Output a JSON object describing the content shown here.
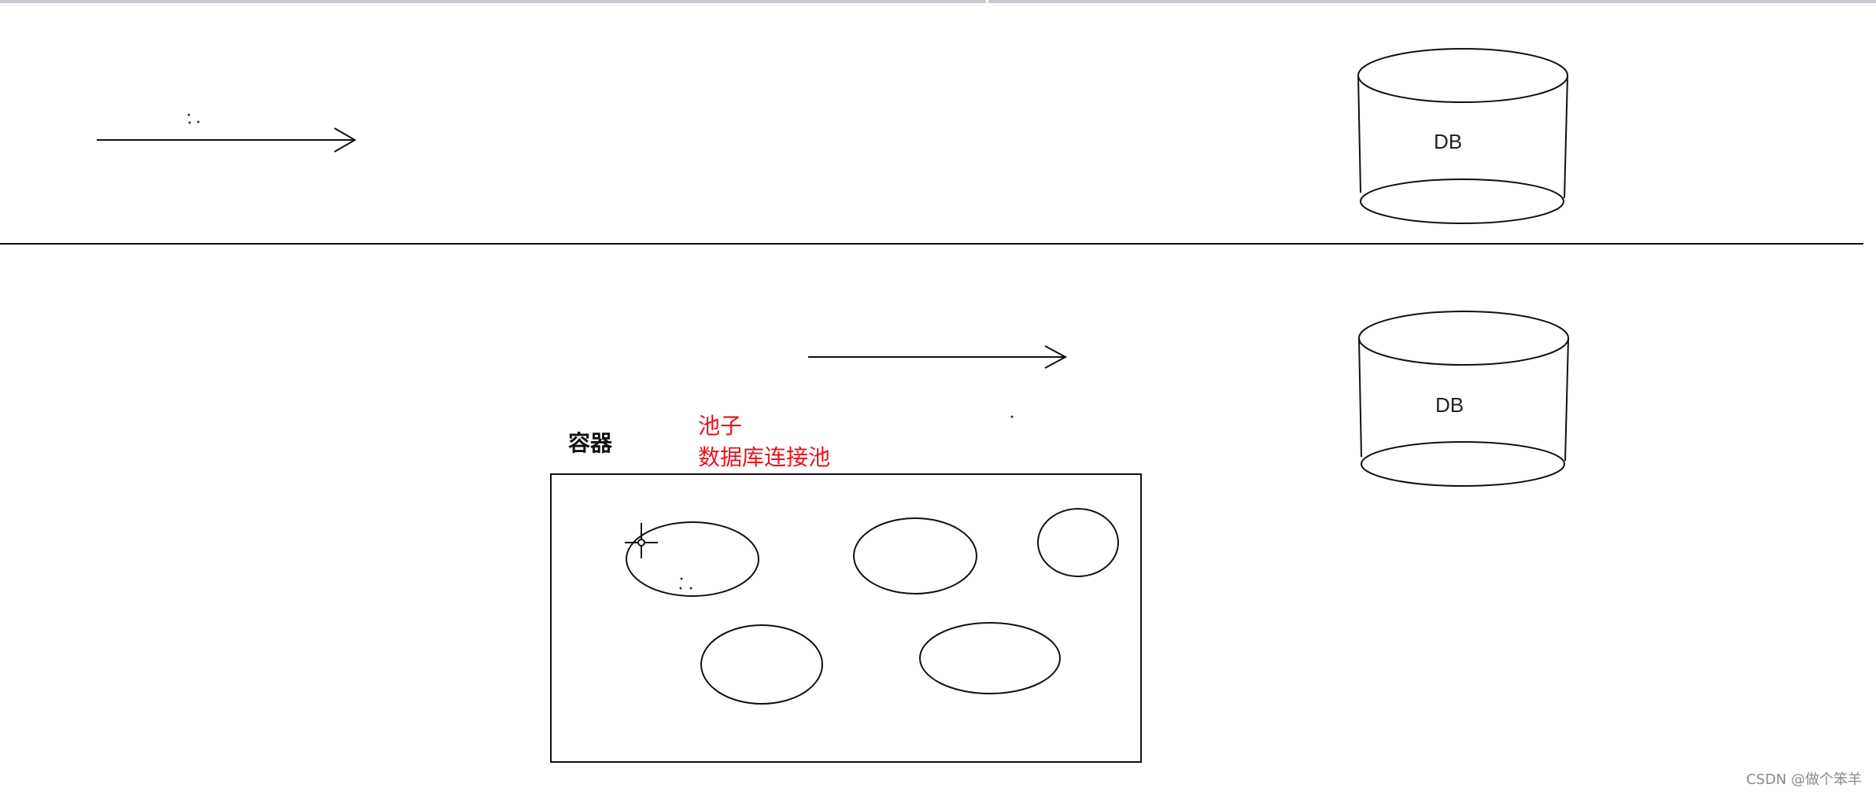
{
  "upper_db": {
    "label": "DB"
  },
  "lower_db": {
    "label": "DB"
  },
  "container": {
    "label": "容器"
  },
  "pool": {
    "title": "池子",
    "subtitle": "数据库连接池"
  },
  "watermark": {
    "text": "CSDN @做个笨羊"
  },
  "colors": {
    "stroke": "#111111",
    "accent_red": "#e8141a",
    "background": "#ffffff"
  }
}
